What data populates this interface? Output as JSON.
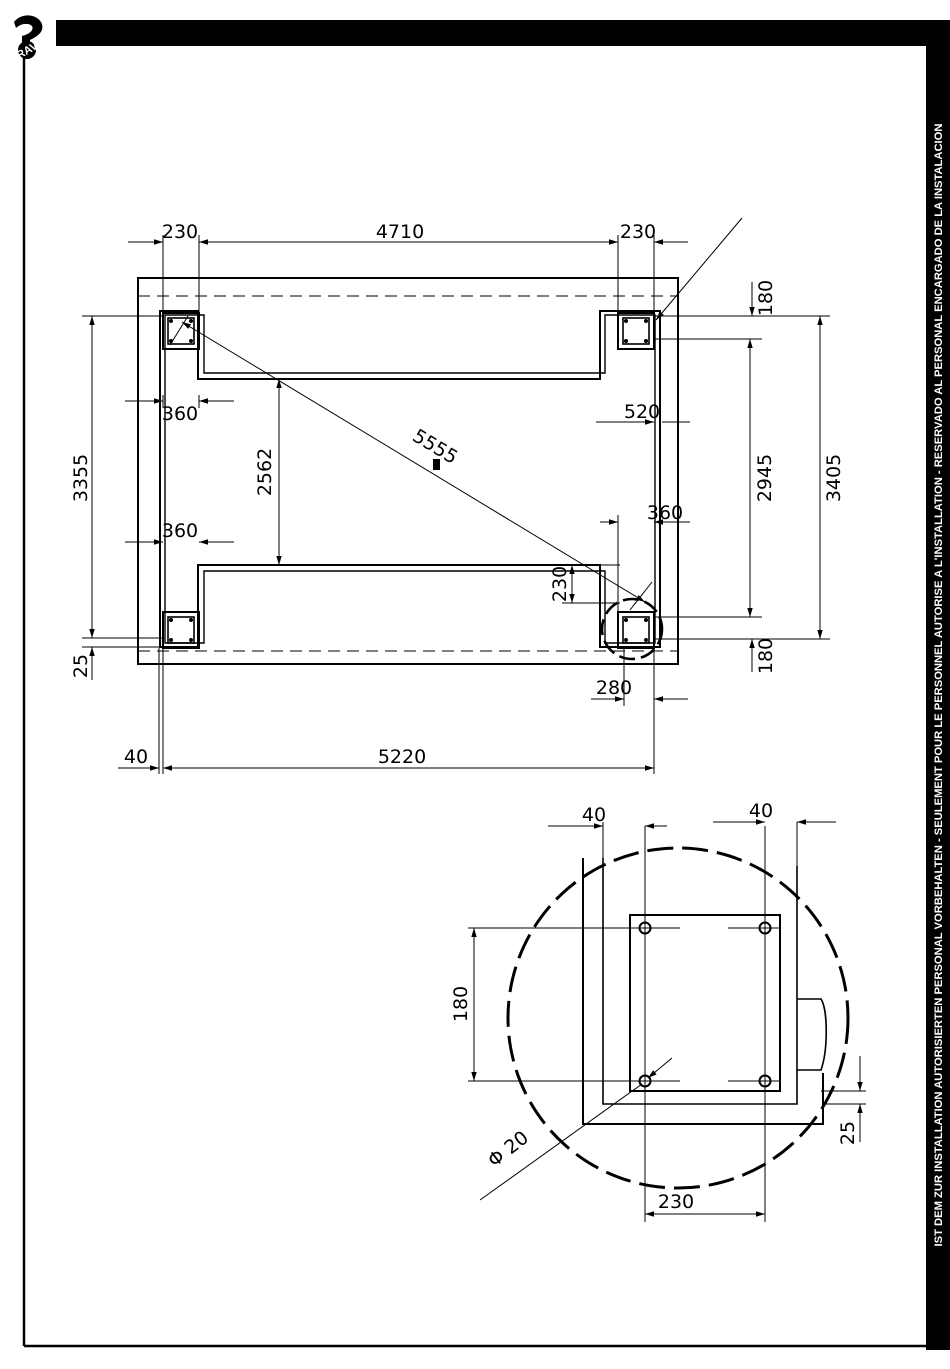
{
  "logo": {
    "text": "RAV"
  },
  "side_banner": {
    "text": "IST DEM ZUR INSTALLATION AUTORISIERTEN PERSONAL VORBEHALTEN - SEULEMENT POUR LE PERSONNEL AUTORISE A L'INSTALLATION - RESERVADO AL PERSONAL ENCARGADO DE LA INSTALACION"
  },
  "plan": {
    "dims": {
      "top_left": "230",
      "top_mid": "4710",
      "top_right": "230",
      "right_top": "180",
      "right_mid": "2945",
      "right_outer": "3405",
      "right_bottom": "180",
      "left_outer": "3355",
      "left_small": "25",
      "inner_height": "2562",
      "diagonal": "5555",
      "left_upper": "360",
      "left_lower": "360",
      "right_upper": "520",
      "right_lower": "360",
      "pit_depth": "230",
      "bottom_right": "280",
      "bottom_left": "40",
      "bottom_total": "5220"
    }
  },
  "detail": {
    "dims": {
      "top_left": "40",
      "top_right": "40",
      "left": "180",
      "hole_diameter": "Φ 20",
      "right_small": "25",
      "bottom": "230"
    }
  }
}
